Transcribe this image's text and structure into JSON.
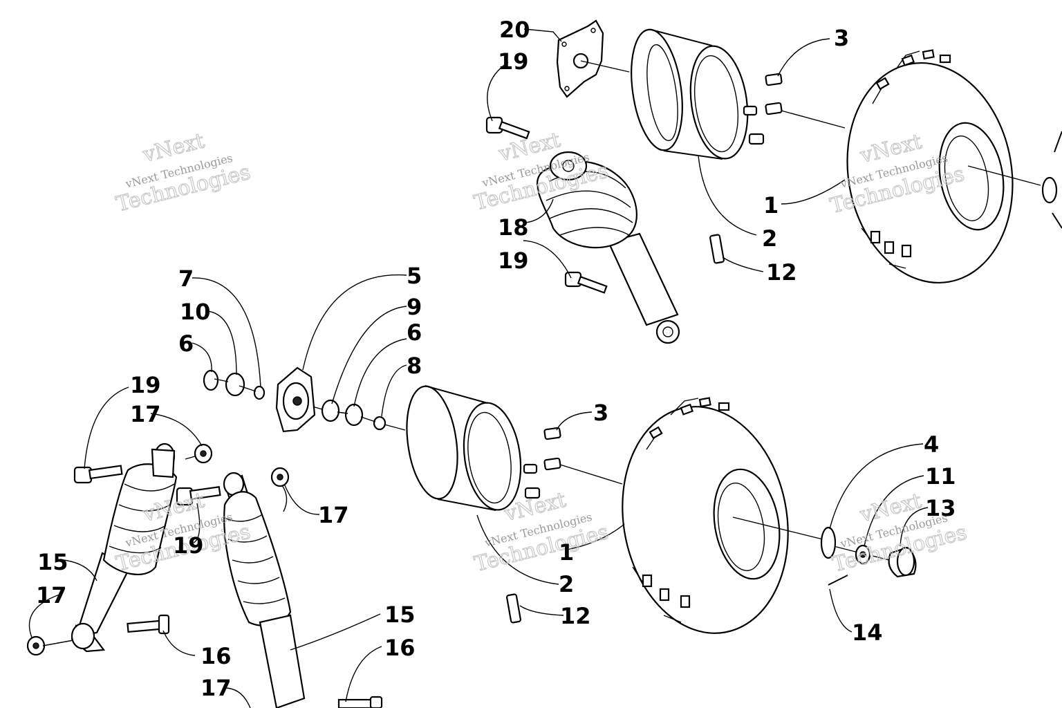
{
  "watermark": {
    "line1": "vNext Technologies",
    "line2": "Technologies",
    "line3": "vNext"
  },
  "callouts": {
    "c1a": "1",
    "c1b": "1",
    "c2a": "2",
    "c2b": "2",
    "c3a": "3",
    "c3b": "3",
    "c4": "4",
    "c5": "5",
    "c6a": "6",
    "c6b": "6",
    "c7": "7",
    "c8": "8",
    "c9": "9",
    "c10": "10",
    "c11": "11",
    "c12a": "12",
    "c12b": "12",
    "c13": "13",
    "c14": "14",
    "c15a": "15",
    "c15b": "15",
    "c16a": "16",
    "c16b": "16",
    "c17a": "17",
    "c17b": "17",
    "c17c": "17",
    "c17d": "17",
    "c18": "18",
    "c19a": "19",
    "c19b": "19",
    "c19c": "19",
    "c19d": "19",
    "c20": "20"
  }
}
